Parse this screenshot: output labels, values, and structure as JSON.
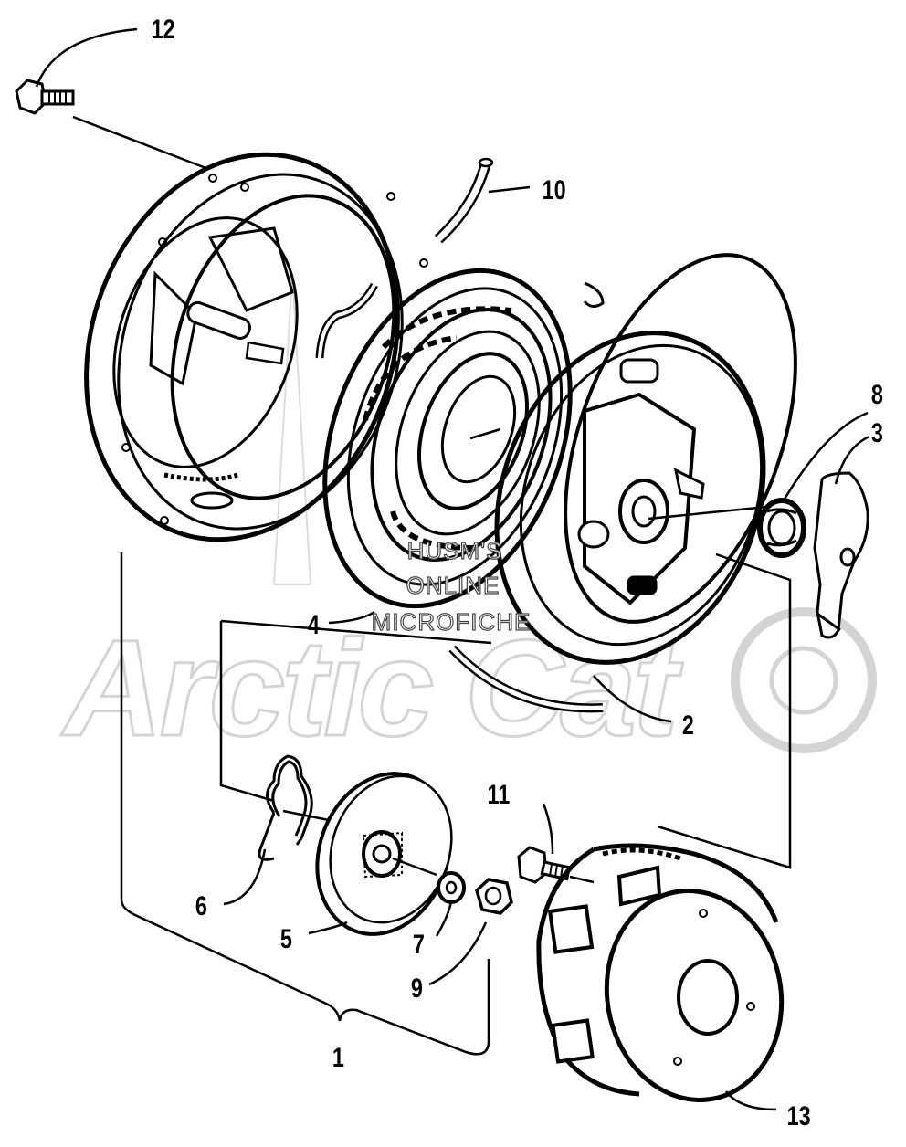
{
  "diagram": {
    "callouts": [
      {
        "id": "12",
        "label": "12"
      },
      {
        "id": "10",
        "label": "10"
      },
      {
        "id": "8",
        "label": "8"
      },
      {
        "id": "3",
        "label": "3"
      },
      {
        "id": "4",
        "label": "4"
      },
      {
        "id": "2",
        "label": "2"
      },
      {
        "id": "11",
        "label": "11"
      },
      {
        "id": "6",
        "label": "6"
      },
      {
        "id": "5",
        "label": "5"
      },
      {
        "id": "7",
        "label": "7"
      },
      {
        "id": "9",
        "label": "9"
      },
      {
        "id": "1",
        "label": "1"
      },
      {
        "id": "13",
        "label": "13"
      }
    ]
  },
  "watermark": {
    "line1": "HUSM'S",
    "line2": "ONLINE",
    "line3": "MICROFICHE",
    "brand": "Arctic Cat"
  },
  "colors": {
    "ink": "#000000",
    "paper": "#ffffff",
    "watermark": "#d4d4d4"
  }
}
